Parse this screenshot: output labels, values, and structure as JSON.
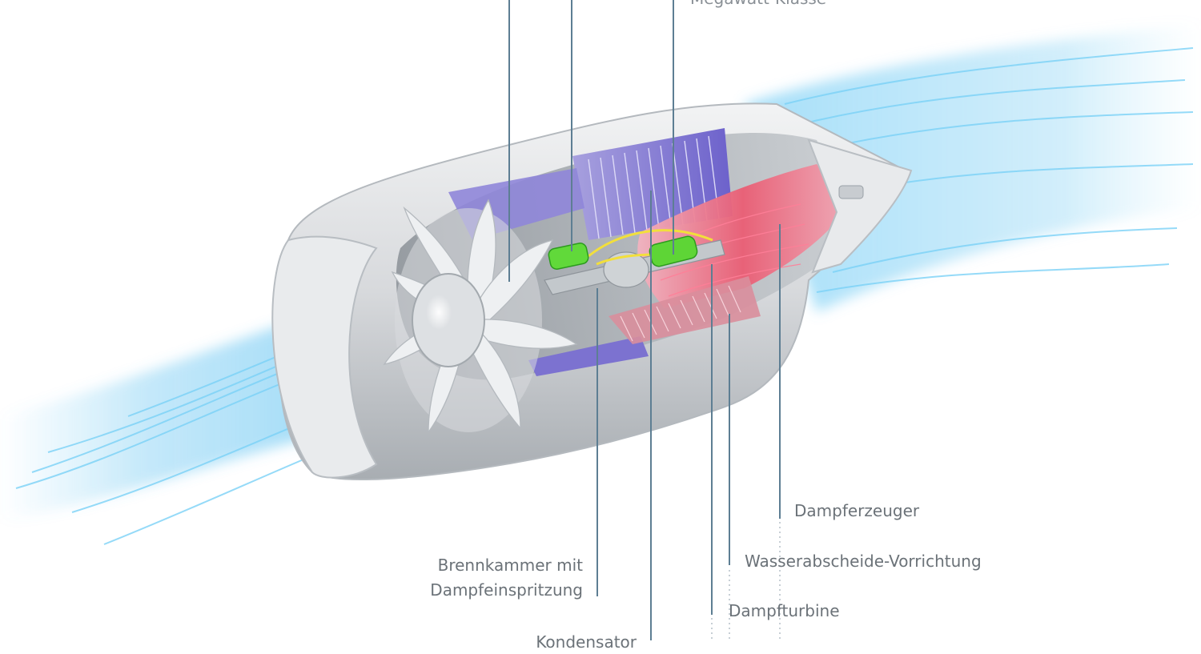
{
  "labels": {
    "megawatt": "Megawatt-Klasse",
    "dampferzeuger": "Dampferzeuger",
    "wasserabscheide": "Wasserabscheide-Vorrichtung",
    "brennkammer_line1": "Brennkammer mit",
    "brennkammer_line2": "Dampfeinspritzung",
    "dampfturbine": "Dampfturbine",
    "kondensator": "Kondensator"
  },
  "colors": {
    "leader_line": "#5d7e93",
    "label_text": "#6b7278",
    "airflow": "#48b6ea",
    "nacelle": "#d7d9dc",
    "heat_exchanger_purple": "#8777d6",
    "hot_section_red": "#e23b57",
    "component_green": "#5ddb35"
  }
}
